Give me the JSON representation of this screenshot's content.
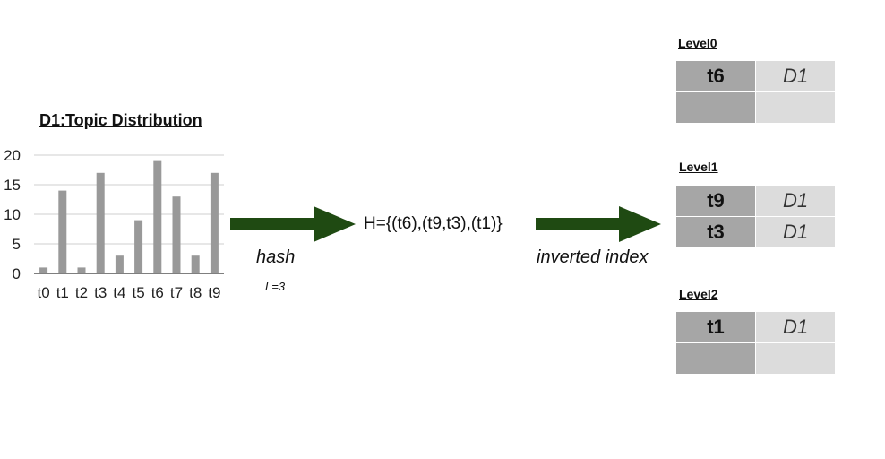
{
  "chart_data": {
    "type": "bar",
    "title": "D1:Topic Distribution",
    "categories": [
      "t0",
      "t1",
      "t2",
      "t3",
      "t4",
      "t5",
      "t6",
      "t7",
      "t8",
      "t9"
    ],
    "values": [
      1,
      14,
      1,
      17,
      3,
      9,
      19,
      13,
      3,
      17
    ],
    "yticks": [
      "0",
      "5",
      "10",
      "15",
      "20"
    ],
    "ylim": [
      0,
      20
    ],
    "grid": true,
    "bar_color": "#999999"
  },
  "flow": {
    "hash_label": "hash",
    "param_label": "L=3",
    "hash_set": "H={(t6),(t9,t3),(t1)}",
    "index_label": "inverted index",
    "arrow_color": "#1f4a12"
  },
  "levels": [
    {
      "title": "Level0",
      "rows": [
        {
          "topic": "t6",
          "doc": "D1"
        },
        {
          "topic": "",
          "doc": ""
        }
      ]
    },
    {
      "title": "Level1",
      "rows": [
        {
          "topic": "t9",
          "doc": "D1"
        },
        {
          "topic": "t3",
          "doc": "D1"
        }
      ]
    },
    {
      "title": "Level2",
      "rows": [
        {
          "topic": "t1",
          "doc": "D1"
        },
        {
          "topic": "",
          "doc": ""
        }
      ]
    }
  ]
}
